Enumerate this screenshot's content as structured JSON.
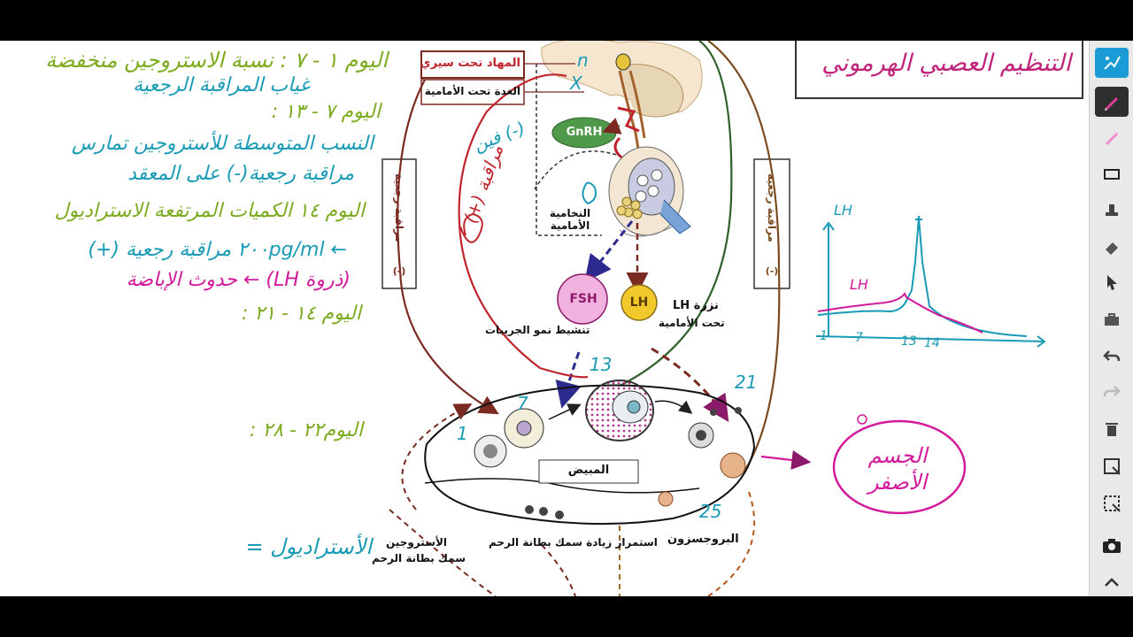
{
  "title": "التنظيم العصبي الهرموني",
  "left_notes": {
    "day_1_7": "اليوم ١ - ٧ : نسبة الاستروجين منخفضة",
    "absent_feedback": "غياب المراقبة الرجعية",
    "day_7_13": "اليوم ٧ - ١٣ :",
    "medium_ratio": "النسب المتوسطة للأستروجين تمارس",
    "negative_feedback": "مراقبة رجعية(-) على المعقد",
    "day_14": "اليوم ١٤ الكميات المرتفعة الاستراديول",
    "positive_feedback": "← ٢٠٠pg/ml مراقبة رجعية (+)",
    "lh_peak": "(ذروة LH) ← حدوث الإباضة",
    "day_14_21": "اليوم ١٤ - ٢١ :",
    "day_22_28": "اليوم٢٢ - ٢٨ :",
    "estradiol_note": "الأستراديول ="
  },
  "diagram": {
    "hypothalamus": "المهاد تحت سيري",
    "pituitary": "الغدة تحت الأمامية",
    "gnrh": "GnRH",
    "anterior_pituitary": "النخامية الأمامية",
    "fsh": "FSH",
    "lh": "LH",
    "lh_peak_label": "نزرة LH",
    "lh_peak_sub": "تحت الأمامية",
    "fsh_effect": "تنشيط نمو الجريبات",
    "ovary": "المبيض",
    "estrogen": "الأستروجين",
    "estrogen_effect": "سمك بطانة الرحم",
    "continued": "استمرار زيادة سمك بطانة الرحم",
    "progesterone": "البروجسزون",
    "feedback_left": "مراقبة رجعية",
    "feedback_right": "مراقبة رجعية",
    "minus": "(-)",
    "hw_plus": "مراقبة (+)",
    "hw_minus_fb": "(-) فين",
    "day_13": "13",
    "day_21": "21",
    "day_25": "25",
    "day_1": "1",
    "day_7": "7",
    "num_x": "X",
    "num_n": "n"
  },
  "graph": {
    "ylabel": "LH",
    "series_label": "LH",
    "ticks": [
      "1",
      "7",
      "13",
      "14"
    ]
  },
  "corpus_luteum": "الجسم الأصفر",
  "tools": [
    "pen-logo",
    "pen",
    "highlighter",
    "rectangle",
    "stamp",
    "eraser",
    "pointer",
    "toolbox",
    "undo",
    "redo",
    "trash",
    "screenshot",
    "capture",
    "camera",
    "collapse"
  ],
  "colors": {
    "green_ink": "#8cb02a",
    "teal_ink": "#1a9bb5",
    "magenta_ink": "#d21a9a",
    "red_ink": "#c0242c",
    "dark_red": "#7a2a20",
    "navy": "#2c2a8c",
    "dark_green": "#2f5f2a"
  }
}
